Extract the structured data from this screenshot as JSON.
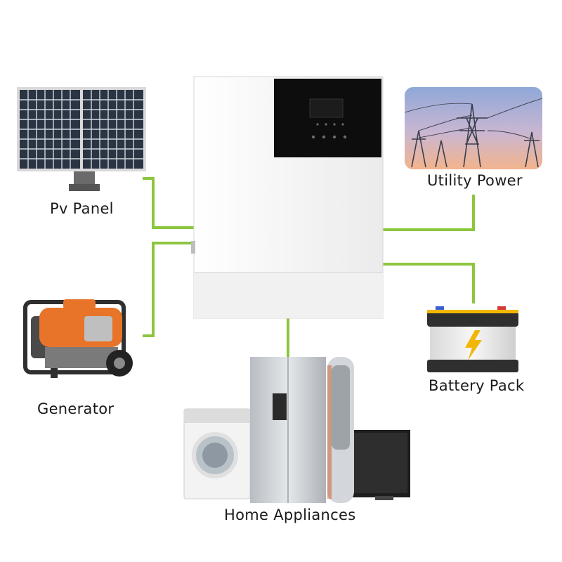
{
  "diagram": {
    "nodes": {
      "pv_panel": {
        "label": "Pv Panel",
        "icon": "solar-panel-icon"
      },
      "utility_power": {
        "label": "Utility Power",
        "icon": "power-tower-icon"
      },
      "generator": {
        "label": "Generator",
        "icon": "generator-icon"
      },
      "battery_pack": {
        "label": "Battery Pack",
        "icon": "battery-icon"
      },
      "home_appliances": {
        "label": "Home Appliances",
        "icon": "appliances-icon"
      },
      "inverter": {
        "label": "",
        "icon": "inverter-icon"
      }
    },
    "connections": [
      {
        "from": "pv_panel",
        "to": "inverter"
      },
      {
        "from": "generator",
        "to": "inverter"
      },
      {
        "from": "utility_power",
        "to": "inverter"
      },
      {
        "from": "battery_pack",
        "to": "inverter"
      },
      {
        "from": "inverter",
        "to": "home_appliances"
      }
    ],
    "colors": {
      "connector": "#8cc63f",
      "inverter_body": "#f2f2f2",
      "inverter_display": "#0d0d0d",
      "generator_accent": "#e8742a",
      "battery_accent": "#f2b705"
    }
  }
}
